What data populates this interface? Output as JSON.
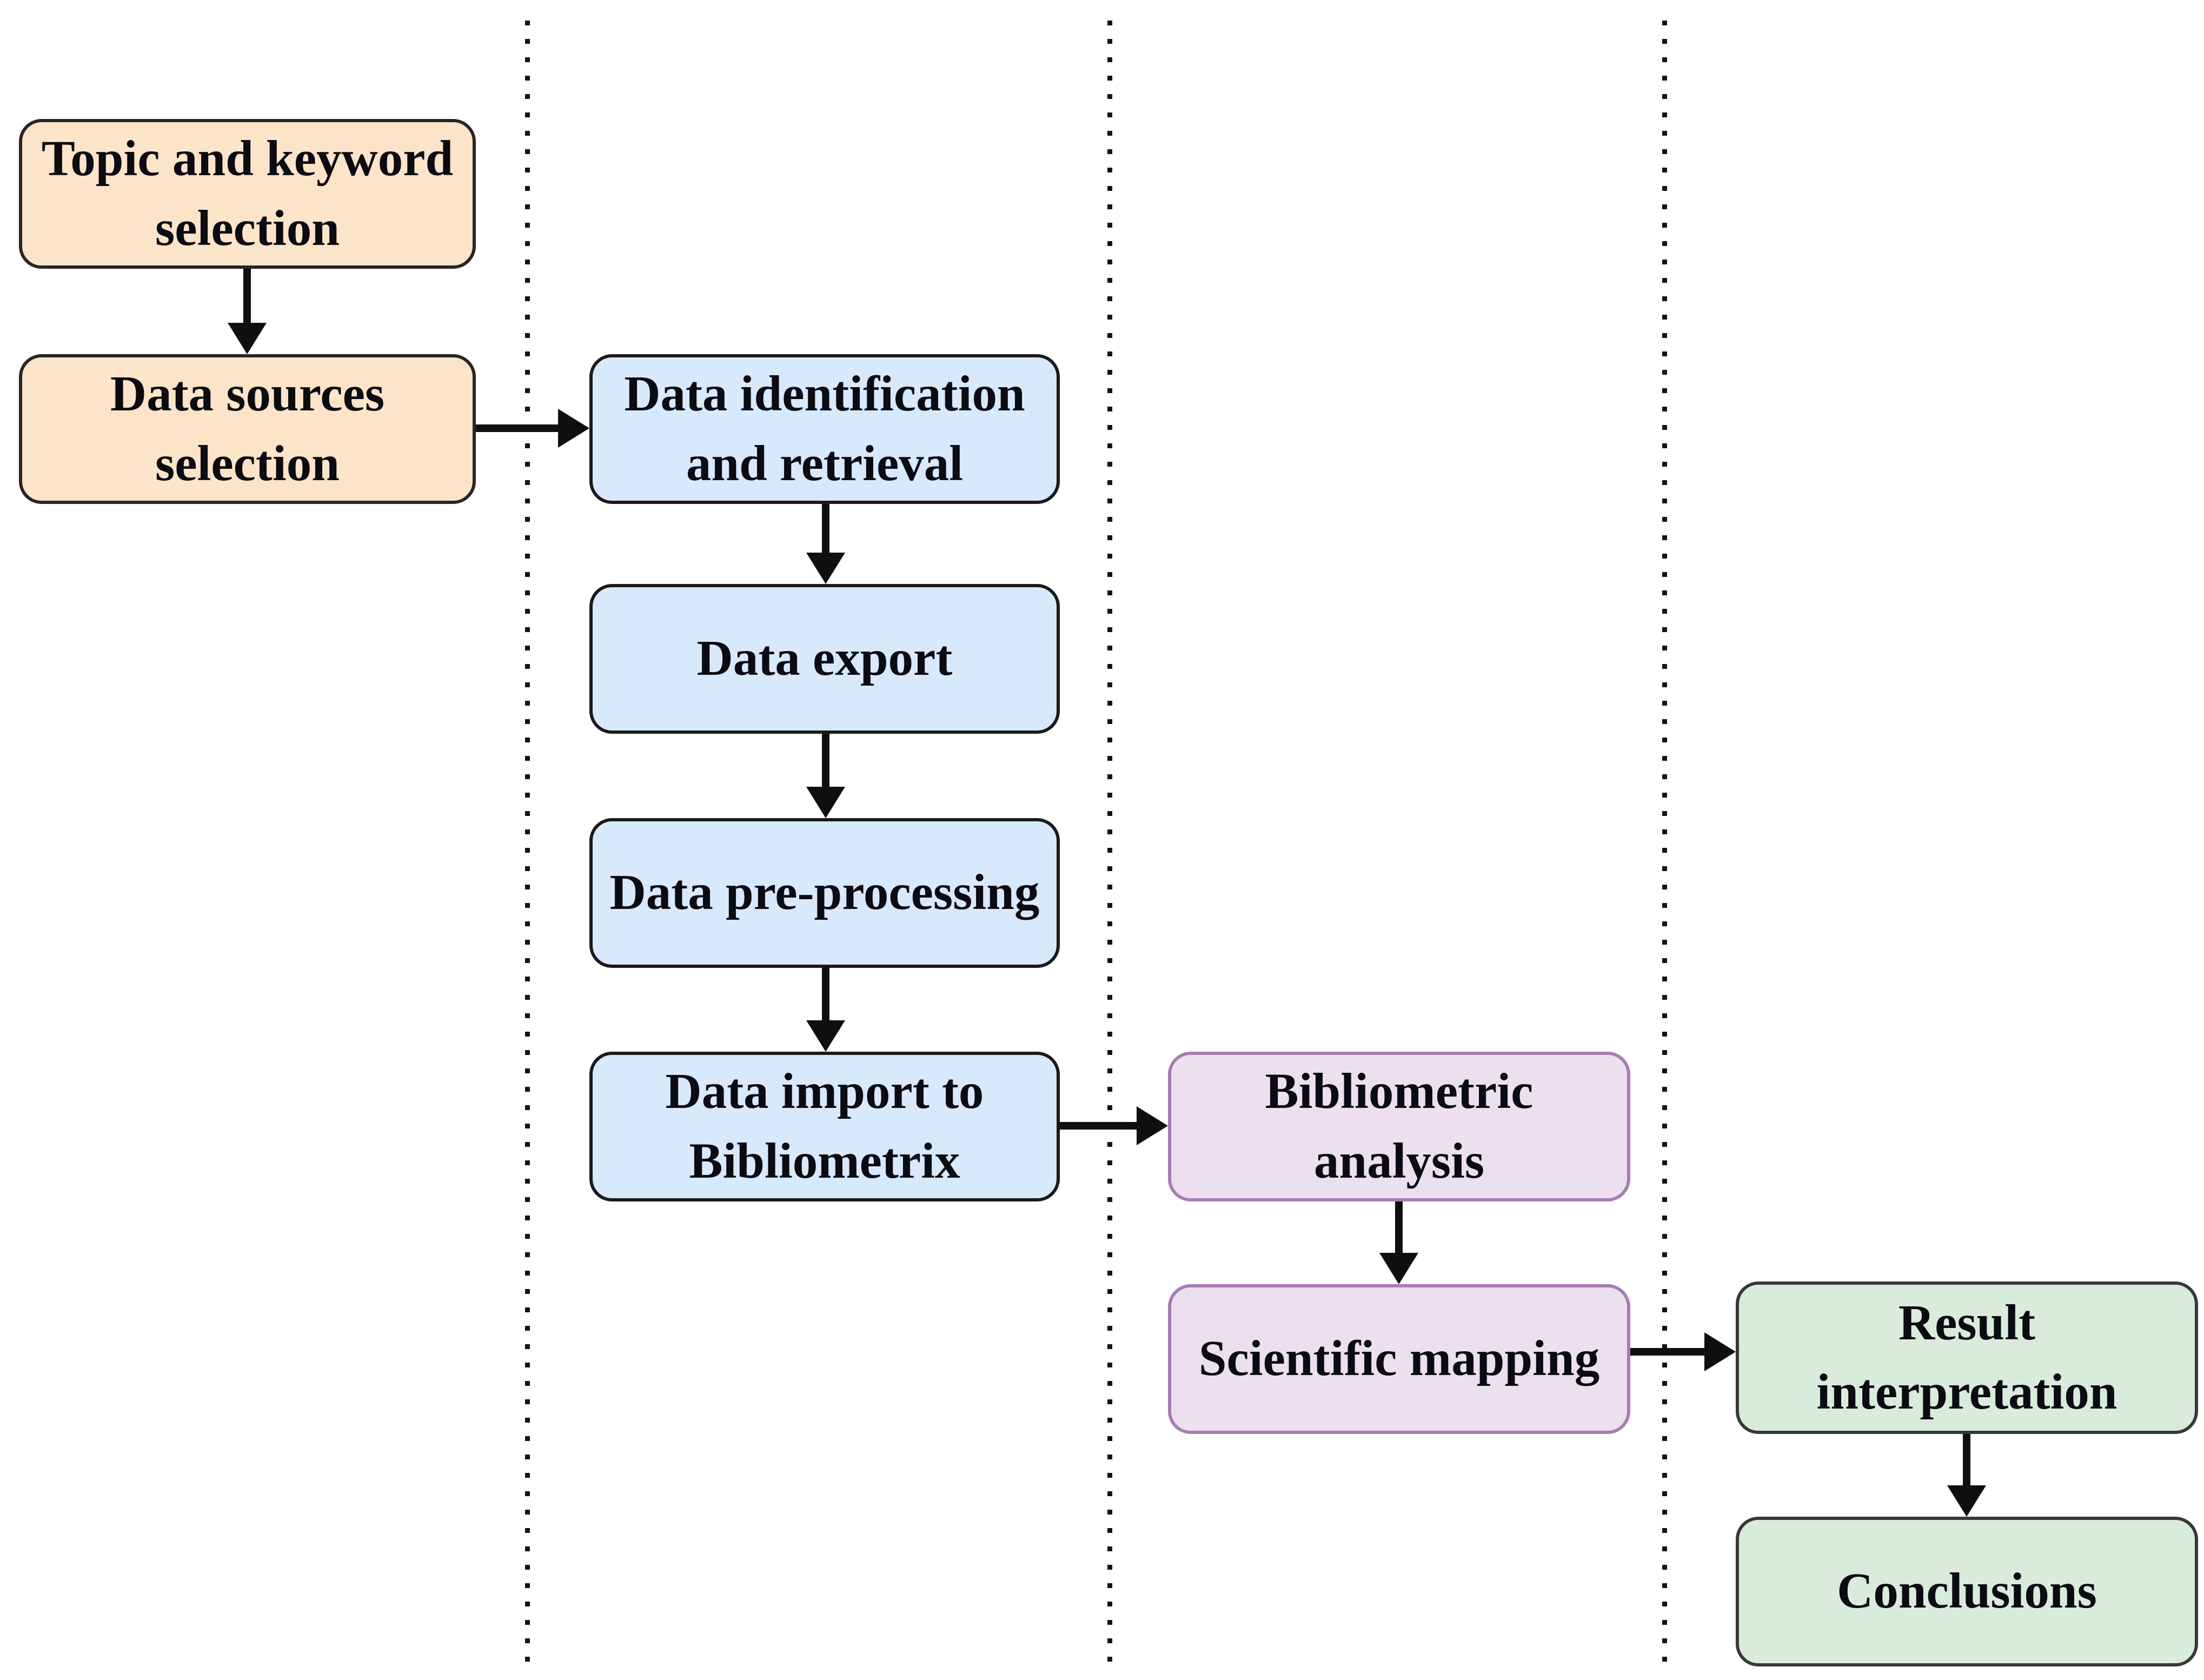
{
  "diagram": {
    "type": "flowchart",
    "background": "#ffffff",
    "palette": {
      "phase1": {
        "fill": "#fbe4c8",
        "border": "#262626"
      },
      "phase2": {
        "fill": "#d7e9fa",
        "border": "#1a1a1a"
      },
      "phase3": {
        "fill": "#ece0ee",
        "border": "#a87cb4"
      },
      "phase4": {
        "fill": "#d9ecdc",
        "border": "#383838"
      },
      "text": "#0b0b12",
      "arrow": "#0f0f0f",
      "separator": "#141414"
    },
    "separators": {
      "style": "dotted",
      "orientation": "vertical",
      "count": 3
    }
  },
  "nodes": [
    {
      "id": "topic-keyword-selection",
      "label": "Topic and keyword\nselection",
      "phase": 1
    },
    {
      "id": "data-sources-selection",
      "label": "Data sources\nselection",
      "phase": 1
    },
    {
      "id": "data-identification-retrieval",
      "label": "Data identification\nand retrieval",
      "phase": 2
    },
    {
      "id": "data-export",
      "label": "Data export",
      "phase": 2
    },
    {
      "id": "data-pre-processing",
      "label": "Data pre-processing",
      "phase": 2
    },
    {
      "id": "data-import-bibliometrix",
      "label": "Data import to\nBibliometrix",
      "phase": 2
    },
    {
      "id": "bibliometric-analysis",
      "label": "Bibliometric analysis",
      "phase": 3
    },
    {
      "id": "scientific-mapping",
      "label": "Scientific mapping",
      "phase": 3
    },
    {
      "id": "result-interpretation",
      "label": "Result interpretation",
      "phase": 4
    },
    {
      "id": "conclusions",
      "label": "Conclusions",
      "phase": 4
    }
  ],
  "edges": [
    {
      "from": "topic-keyword-selection",
      "to": "data-sources-selection"
    },
    {
      "from": "data-sources-selection",
      "to": "data-identification-retrieval"
    },
    {
      "from": "data-identification-retrieval",
      "to": "data-export"
    },
    {
      "from": "data-export",
      "to": "data-pre-processing"
    },
    {
      "from": "data-pre-processing",
      "to": "data-import-bibliometrix"
    },
    {
      "from": "data-import-bibliometrix",
      "to": "bibliometric-analysis"
    },
    {
      "from": "bibliometric-analysis",
      "to": "scientific-mapping"
    },
    {
      "from": "scientific-mapping",
      "to": "result-interpretation"
    },
    {
      "from": "result-interpretation",
      "to": "conclusions"
    }
  ]
}
